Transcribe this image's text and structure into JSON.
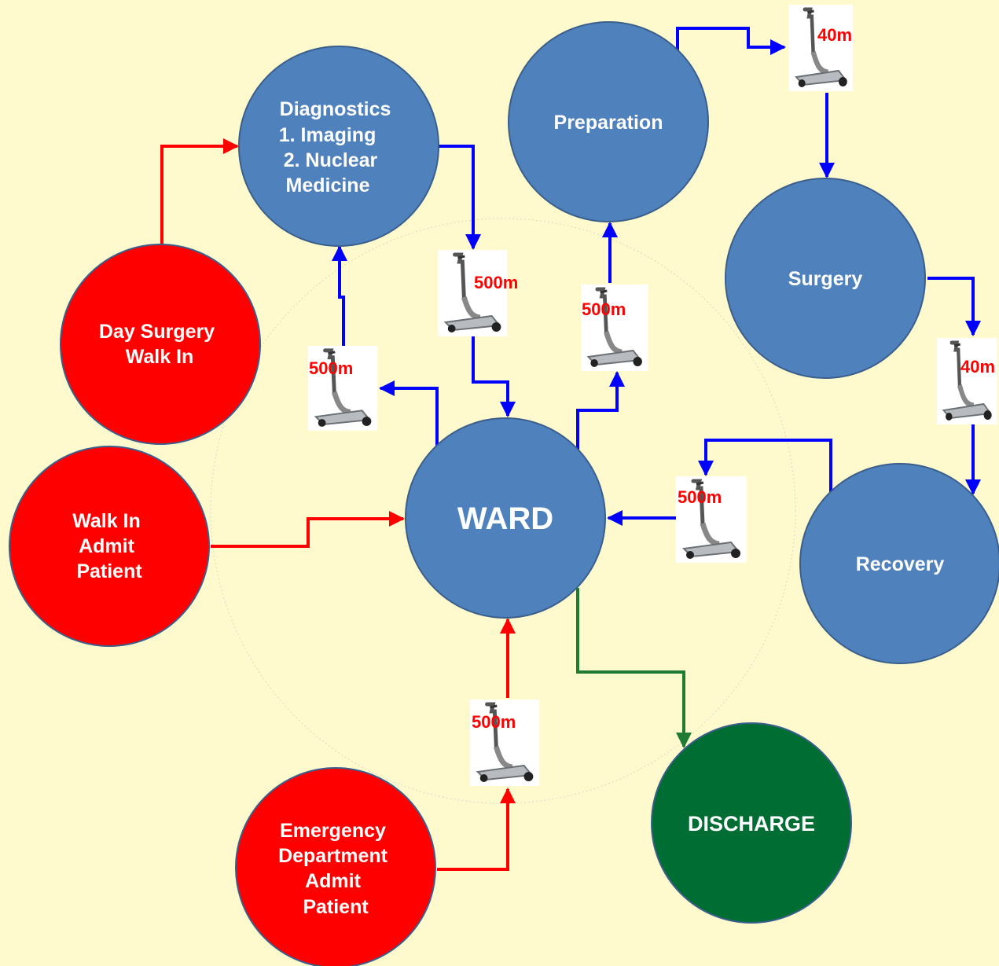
{
  "colors": {
    "background": "#FFFACD",
    "process_node": "#4F81BD",
    "entry_node": "#FF0000",
    "discharge_node": "#006E33",
    "node_border": "#3A5F8C",
    "flow_blue": "#0000FF",
    "flow_red": "#FF0000",
    "flow_green": "#1E7B34",
    "distance_text": "#FF0000"
  },
  "nodes": {
    "diagnostics": {
      "lines": [
        "Diagnostics",
        "1. Imaging",
        "2. Nuclear",
        "Medicine"
      ]
    },
    "preparation": {
      "lines": [
        "Preparation"
      ]
    },
    "surgery": {
      "lines": [
        "Surgery"
      ]
    },
    "day_surgery": {
      "lines": [
        "Day Surgery",
        "Walk In"
      ]
    },
    "walk_in": {
      "lines": [
        "Walk In",
        "Admit",
        "Patient"
      ]
    },
    "ward": {
      "lines": [
        "WARD"
      ]
    },
    "recovery": {
      "lines": [
        "Recovery"
      ]
    },
    "emergency": {
      "lines": [
        "Emergency",
        "Department",
        "Admit",
        "Patient"
      ]
    },
    "discharge": {
      "lines": [
        "DISCHARGE"
      ]
    }
  },
  "distances": {
    "prep_to_surgery": "40m",
    "diag_to_ward": "500m",
    "ward_to_prep": "500m",
    "ward_to_diag": "500m",
    "surgery_to_recovery": "40m",
    "recovery_to_ward": "500m",
    "emergency_to_ward": "500m"
  },
  "icons": {
    "transport": "trolley-icon"
  }
}
